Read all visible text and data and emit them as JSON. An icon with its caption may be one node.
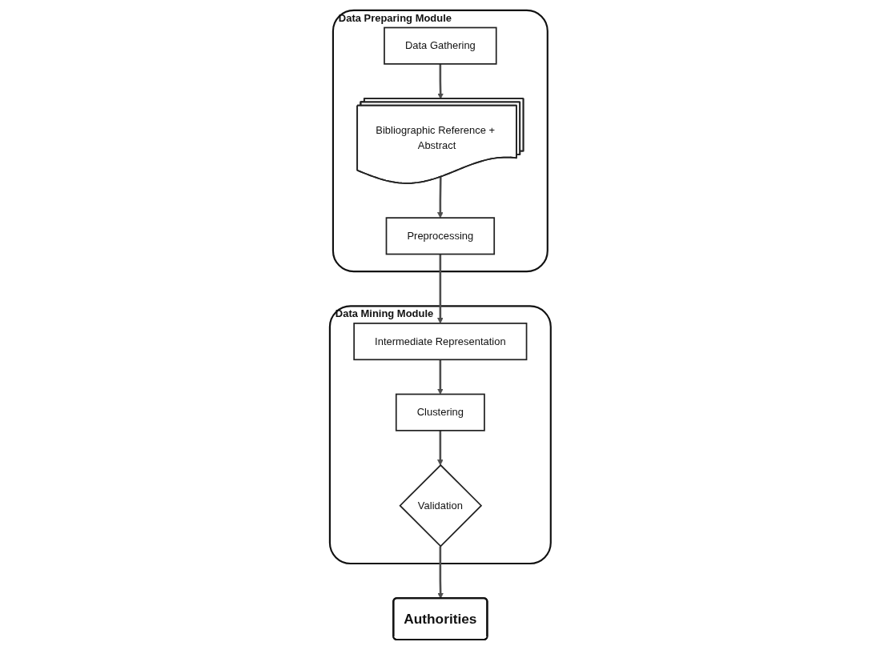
{
  "diagram": {
    "nodes": [
      {
        "text": [
          "Data Preparing Module"
        ]
      },
      {
        "text": [
          "Data Gathering"
        ],
        "in": 0
      },
      {
        "text": [
          "Bibliographic Reference + Abstract"
        ],
        "in": 0
      },
      {
        "text": [
          "Preprocessing"
        ],
        "in": 0
      },
      {
        "text": [
          "Data Mining Module"
        ]
      },
      {
        "text": [
          "Intermediate Representation"
        ],
        "in": 4
      },
      {
        "text": [
          "Clustering"
        ],
        "in": 4
      },
      {
        "text": [
          "Validation"
        ],
        "in": 4
      },
      {
        "text": [
          "Authorities"
        ]
      }
    ],
    "edges": [
      {
        "from": 1,
        "to": 2,
        "arrow": "to"
      },
      {
        "from": 2,
        "to": 3,
        "arrow": "to"
      },
      {
        "from": 3,
        "to": 5,
        "arrow": "to"
      },
      {
        "from": 5,
        "to": 6,
        "arrow": "to"
      },
      {
        "from": 6,
        "to": 7,
        "arrow": "to"
      },
      {
        "from": 7,
        "to": 8,
        "arrow": "to"
      }
    ]
  }
}
